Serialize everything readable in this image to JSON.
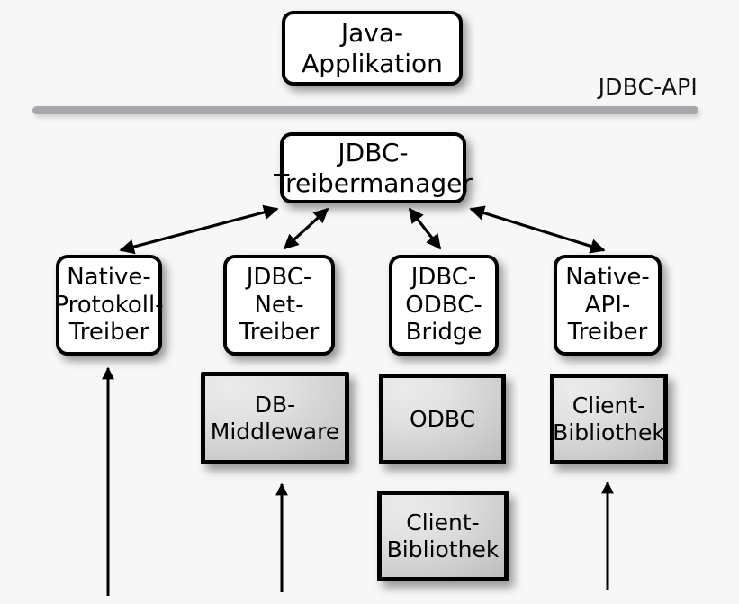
{
  "diagram": {
    "title": "JDBC Treiber-Architektur",
    "background_color": "#f7f7f7",
    "api_layer": {
      "label": "JDBC-API",
      "bar_color": "#a8a8ac"
    },
    "application": {
      "label": "Java-\nApplikation"
    },
    "manager": {
      "label": "JDBC-\nTreibermanager"
    },
    "drivers": [
      {
        "label": "Native-\nProtokoll-\nTreiber"
      },
      {
        "label": "JDBC-\nNet-\nTreiber"
      },
      {
        "label": "JDBC-\nODBC-\nBridge"
      },
      {
        "label": "Native-\nAPI-\nTreiber"
      }
    ],
    "support_components": [
      {
        "label": "DB-\nMiddleware"
      },
      {
        "label": "ODBC"
      },
      {
        "label": "Client-\nBibliothek"
      },
      {
        "label": "Client-\nBibliothek"
      }
    ],
    "connections": {
      "manager_to_drivers": "bidirectional",
      "bottom_inputs": "upward"
    }
  }
}
